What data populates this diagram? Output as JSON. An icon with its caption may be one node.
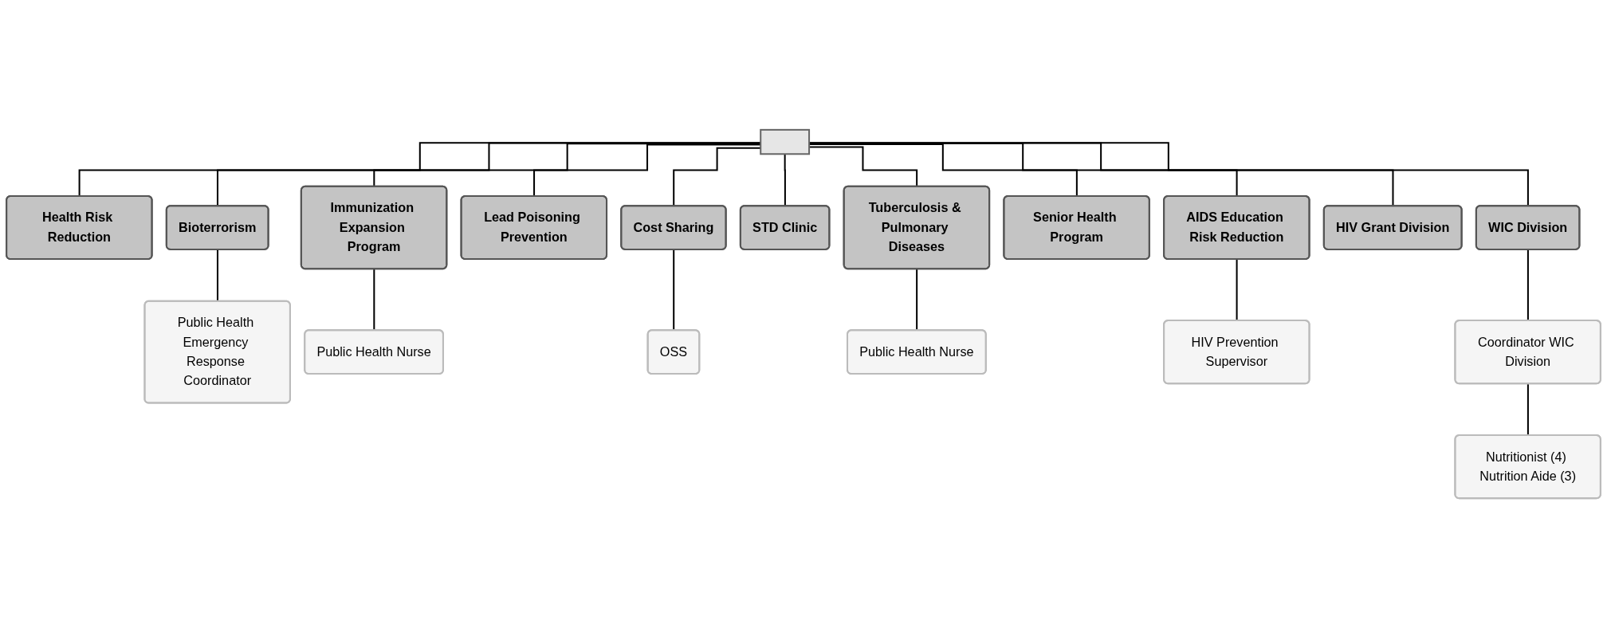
{
  "diagram": {
    "nodes": [
      {
        "text": [],
        "shape": "box"
      },
      {
        "text": [
          "Health Risk Reduction"
        ]
      },
      {
        "text": [
          "Bioterrorism"
        ]
      },
      {
        "text": [
          "Public Health Emergency Response Coordinator"
        ]
      },
      {
        "text": [
          "Immunization Expansion Program"
        ]
      },
      {
        "text": [
          "Public Health Nurse"
        ]
      },
      {
        "text": [
          "Lead Poisoning Prevention"
        ]
      },
      {
        "text": [
          "Cost Sharing"
        ]
      },
      {
        "text": [
          "OSS"
        ]
      },
      {
        "text": [
          "STD Clinic"
        ]
      },
      {
        "text": [
          "Tuberculosis & Pulmonary Diseases"
        ]
      },
      {
        "text": [
          "Public Health Nurse"
        ]
      },
      {
        "text": [
          "Senior Health Program"
        ]
      },
      {
        "text": [
          "AIDS Education Risk Reduction"
        ]
      },
      {
        "text": [
          "HIV Prevention Supervisor"
        ]
      },
      {
        "text": [
          "HIV Grant Division"
        ]
      },
      {
        "text": [
          "WIC Division"
        ]
      },
      {
        "text": [
          "Coordinator WIC Division"
        ]
      },
      {
        "text": [
          "Nutritionist (4) Nutrition Aide (3)"
        ]
      }
    ],
    "edges": [
      {
        "from": 0,
        "to": 1,
        "arrow": "none"
      },
      {
        "from": 0,
        "to": 2,
        "arrow": "none"
      },
      {
        "from": 0,
        "to": 4,
        "arrow": "none"
      },
      {
        "from": 0,
        "to": 6,
        "arrow": "none"
      },
      {
        "from": 0,
        "to": 7,
        "arrow": "none"
      },
      {
        "from": 0,
        "to": 9,
        "arrow": "none"
      },
      {
        "from": 0,
        "to": 10,
        "arrow": "none"
      },
      {
        "from": 0,
        "to": 12,
        "arrow": "none"
      },
      {
        "from": 0,
        "to": 13,
        "arrow": "none"
      },
      {
        "from": 0,
        "to": 15,
        "arrow": "none"
      },
      {
        "from": 0,
        "to": 16,
        "arrow": "none"
      },
      {
        "from": 2,
        "to": 3,
        "arrow": "none"
      },
      {
        "from": 4,
        "to": 5,
        "arrow": "none"
      },
      {
        "from": 7,
        "to": 8,
        "arrow": "none"
      },
      {
        "from": 10,
        "to": 11,
        "arrow": "none"
      },
      {
        "from": 13,
        "to": 14,
        "arrow": "none"
      },
      {
        "from": 16,
        "to": 17,
        "arrow": "none"
      },
      {
        "from": 17,
        "to": 18,
        "arrow": "none"
      }
    ]
  }
}
